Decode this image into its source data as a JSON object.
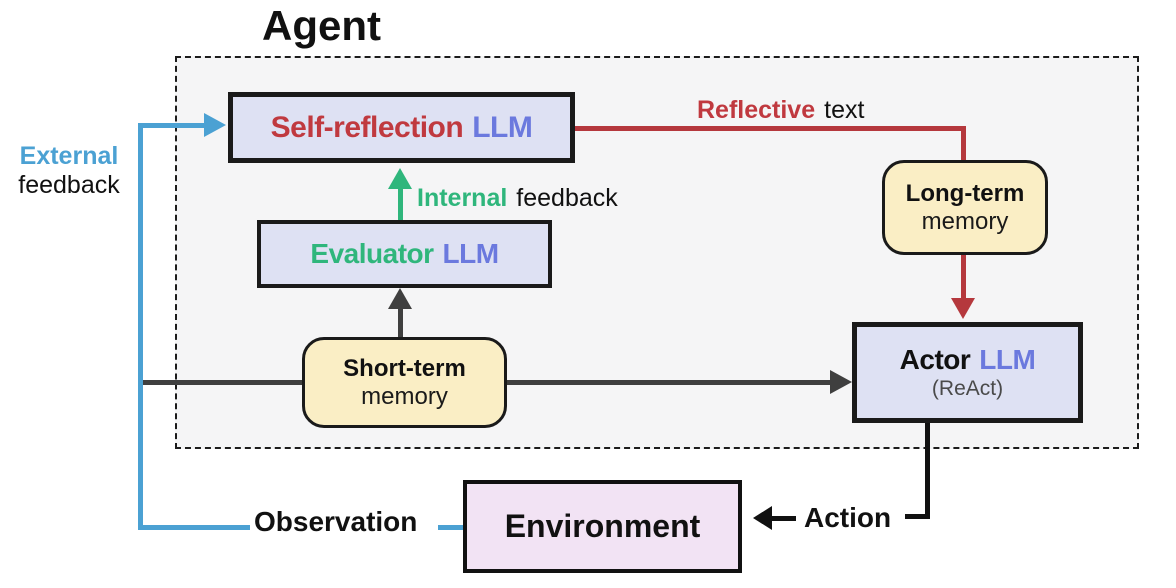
{
  "title": "Agent",
  "nodes": {
    "self_reflection": {
      "part1": "Self-reflection",
      "part2": "LLM"
    },
    "evaluator": {
      "part1": "Evaluator",
      "part2": "LLM"
    },
    "actor": {
      "part1": "Actor",
      "part2": "LLM",
      "sub": "(ReAct)"
    },
    "short_term": {
      "line1": "Short-term",
      "line2": "memory"
    },
    "long_term": {
      "line1": "Long-term",
      "line2": "memory"
    },
    "environment": {
      "label": "Environment"
    }
  },
  "edges": {
    "external_feedback": {
      "part1": "External",
      "part2": "feedback"
    },
    "internal_feedback": {
      "part1": "Internal",
      "part2": "feedback"
    },
    "reflective_text": {
      "part1": "Reflective",
      "part2": "text"
    },
    "observation": {
      "label": "Observation"
    },
    "action": {
      "label": "Action"
    }
  },
  "colors": {
    "external_blue": "#4ba1d3",
    "internal_green": "#2fb67c",
    "reflective_red": "#b5383d",
    "red_text": "#c0393f",
    "llm_blue": "#6b79de",
    "box_lavender": "#dee1f3",
    "memory_yellow": "#faeec5",
    "environment_pink": "#f2e3f4",
    "agent_background": "#f5f5f6",
    "line_dark": "#3f3f3f",
    "line_black": "#111111"
  }
}
